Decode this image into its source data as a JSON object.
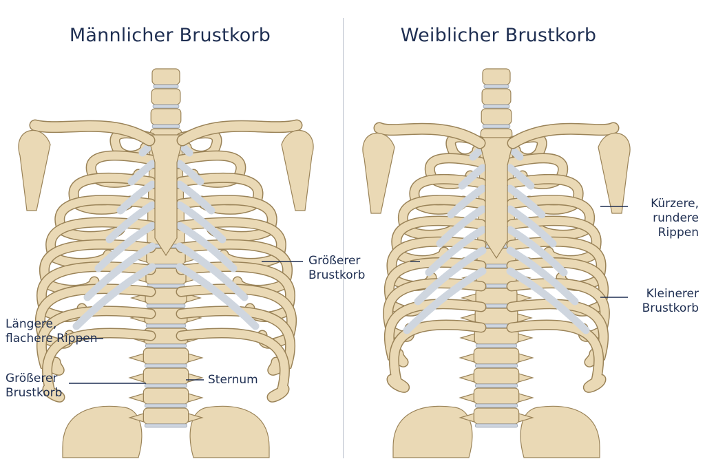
{
  "colors": {
    "bone": "#ead9b5",
    "bone_dark": "#d2bb8e",
    "bone_stroke": "#9a8358",
    "cartilage": "#cfd6df",
    "cartilage_stroke": "#97a3b3",
    "text": "#1f2f52",
    "leader": "#1f2f52",
    "divider": "#b9c0cc"
  },
  "panels": [
    {
      "title": "Männlicher Brustkorb",
      "labels": [
        {
          "id": "grosserer-brustkorb-right",
          "lines": [
            "Größerer",
            "Brustkorb"
          ]
        },
        {
          "id": "langere-flachere-rippen",
          "lines": [
            "Längere,",
            "flachere Rippen"
          ]
        },
        {
          "id": "grosserer-brustkorb-bottom",
          "lines": [
            "Größerer",
            "Brustkorb"
          ]
        },
        {
          "id": "sternum",
          "lines": [
            "Sternum"
          ]
        }
      ]
    },
    {
      "title": "Weiblicher Brustkorb",
      "labels": [
        {
          "id": "kurzere-rundere-rippen",
          "lines": [
            "Kürzere,",
            "rundere",
            "Rippen"
          ]
        },
        {
          "id": "kleinerer-brustkorb",
          "lines": [
            "Kleinerer",
            "Brustkorb"
          ]
        }
      ]
    }
  ]
}
